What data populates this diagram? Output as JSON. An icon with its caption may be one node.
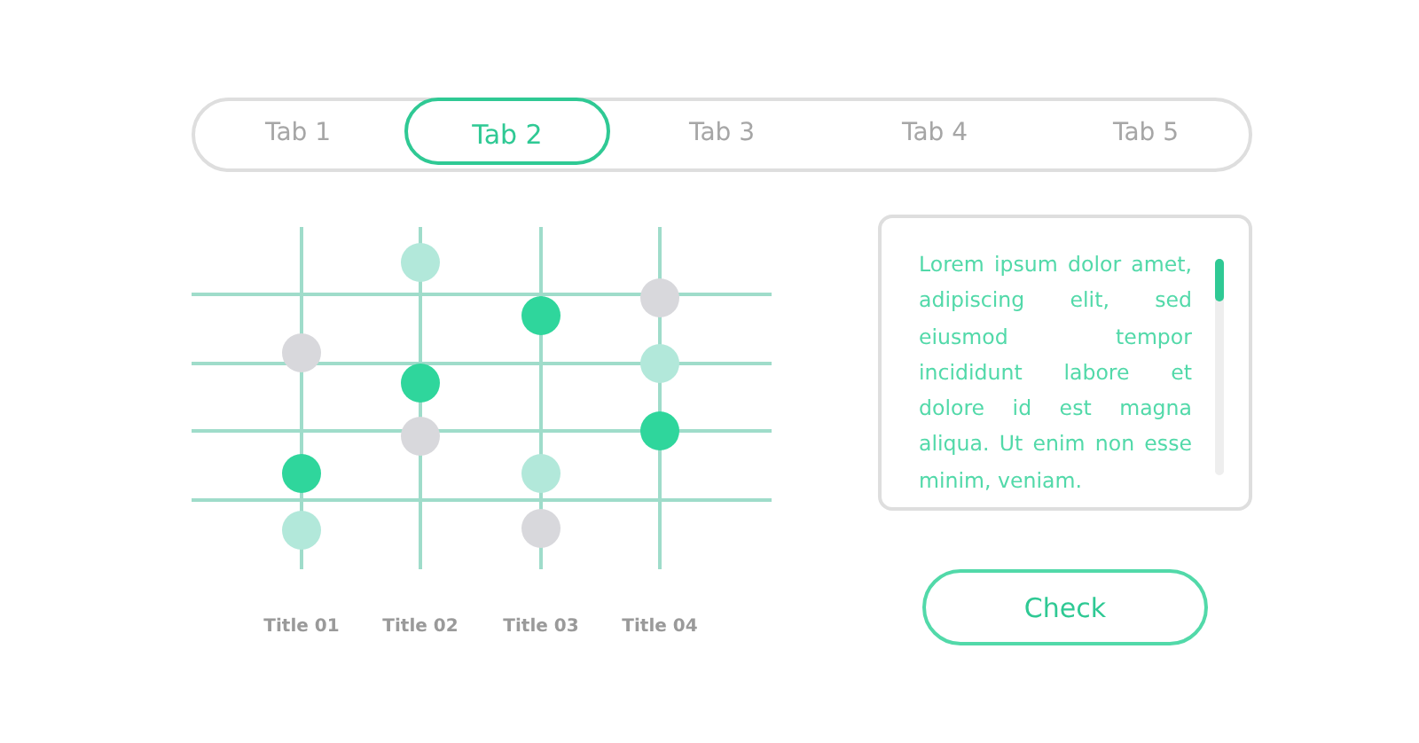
{
  "diagram": {
    "nodes": [
      {
        "text": [
          "Lorem ipsum dolor amet, adipiscing elit, sed eiusmod tempor incididunt labore et dolore id est  magna aliqua. Ut enim non esse minim, veniam."
        ]
      },
      {
        "text": [
          "Check"
        ]
      }
    ],
    "labels": [
      "Tab 1",
      "Tab 2",
      "Tab 3",
      "Tab 4",
      "Tab 5",
      "Title 01",
      "Title 02",
      "Title 03",
      "Title 04"
    ]
  }
}
